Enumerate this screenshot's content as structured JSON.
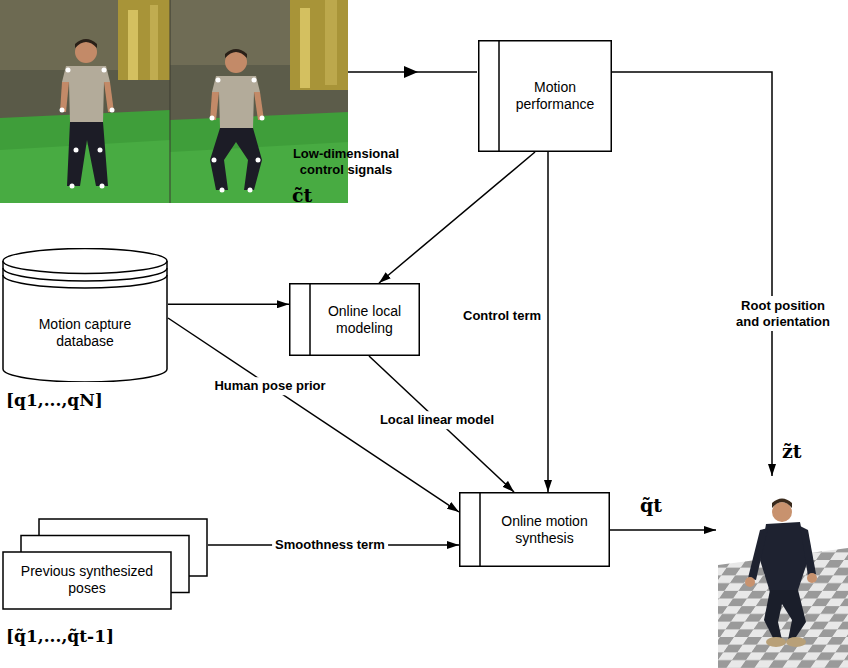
{
  "diagram": {
    "nodes": [
      {
        "text": [
          "Motion performance"
        ]
      },
      {
        "text": [
          "Motion capture database"
        ]
      },
      {
        "text": [
          "Online local modeling"
        ]
      },
      {
        "text": [
          "Previous synthesized poses"
        ]
      },
      {
        "text": [
          "Online motion synthesis"
        ]
      }
    ],
    "edges": [
      {
        "from": 0,
        "to": 2,
        "arrow": "to",
        "label": "Low-dimensional control signals"
      },
      {
        "from": 0,
        "to": 4,
        "arrow": "to",
        "label": "Control term"
      },
      {
        "from": 1,
        "to": 2,
        "arrow": "to"
      },
      {
        "from": 1,
        "to": 4,
        "arrow": "to",
        "label": "Human pose prior"
      },
      {
        "from": 2,
        "to": 4,
        "arrow": "to",
        "label": "Local linear model"
      },
      {
        "from": 3,
        "to": 4,
        "arrow": "to",
        "label": "Smoothness term"
      }
    ],
    "labels": [
      "c̃t",
      "Root position and orientation",
      "z̃t",
      "[q1,...,qN]",
      "[q̃1,...,q̃t-1]",
      "q̃t"
    ]
  }
}
